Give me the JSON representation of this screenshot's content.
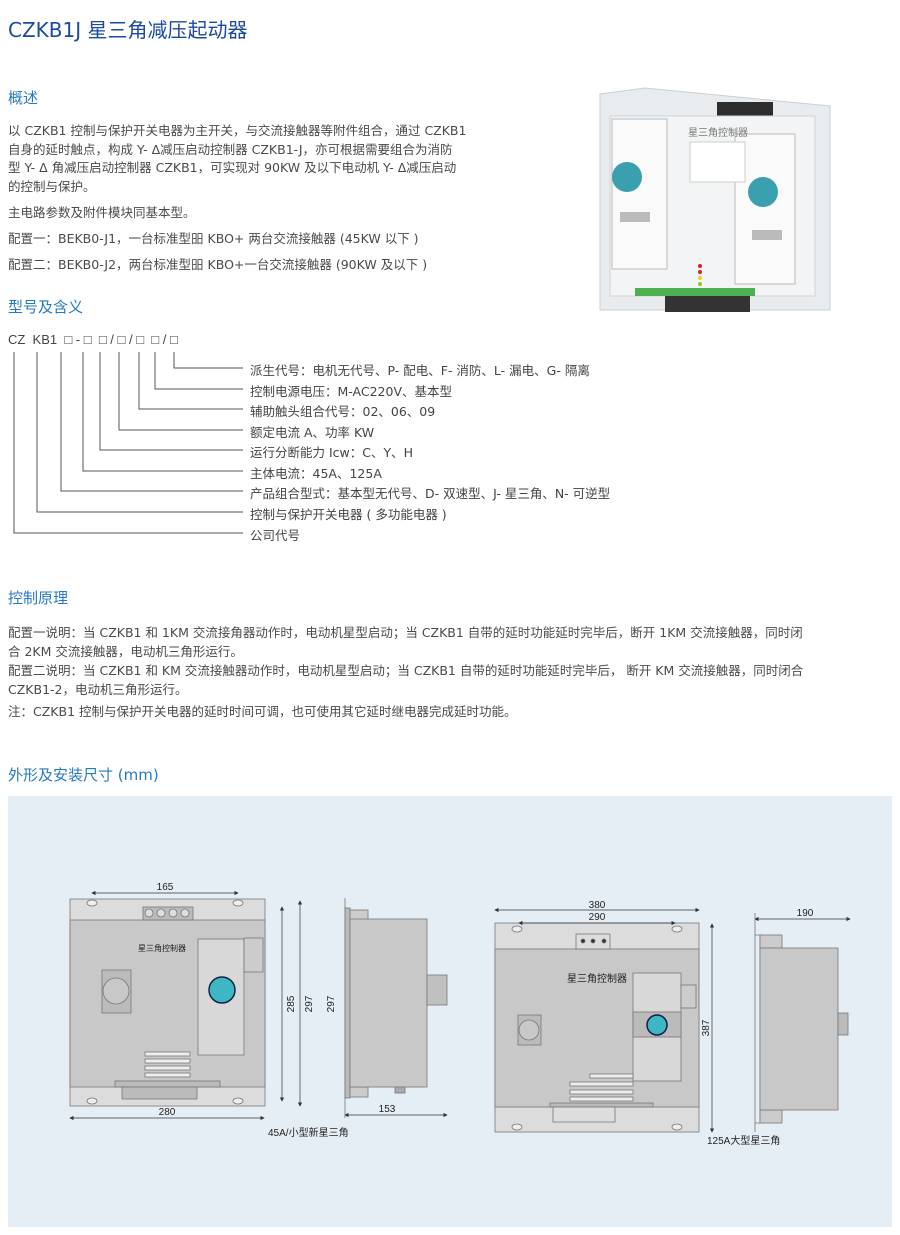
{
  "title": "CZKB1J 星三角减压起动器",
  "overview": {
    "heading": "概述",
    "lines": [
      "以 CZKB1 控制与保护开关电器为主开关，与交流接触器等附件组合，通过 CZKB1",
      "自身的延时触点，构成 Y- Δ减压启动控制器 CZKB1-J，亦可根据需要组合为消防",
      "型 Y- Δ 角减压启动控制器 CZKB1，可实现对 90KW 及以下电动机 Y- Δ减压启动",
      "的控制与保护。"
    ],
    "main_circuit": "主电路参数及附件模块同基本型。",
    "config1": "配置一：BEKB0-J1，一台标准型昍 KBO+ 两台交流接触器 (45KW 以下 )",
    "config2": "配置二：BEKB0-J2，两台标准型昍 KBO+一台交流接触器 (90KW 及以下 )"
  },
  "product_photo": {
    "label": "星三角控制器"
  },
  "model": {
    "heading": "型号及含义",
    "code": "CZ  KB1  □ - □  □ / □ / □  □ / □",
    "legend": [
      "派生代号：电机无代号、P- 配电、F- 消防、L- 漏电、G- 隔离",
      "控制电源电压：M-AC220V、基本型",
      "辅助触头组合代号：02、06、09",
      "额定电流 A、功率 KW",
      "运行分断能力 Icw：C、Y、H",
      "主体电流：45A、125A",
      "产品组合型式：基本型无代号、D- 双速型、J- 星三角、N- 可逆型",
      "控制与保护开关电器 ( 多功能电器 )",
      "公司代号"
    ]
  },
  "principle": {
    "heading": "控制原理",
    "config1": [
      "配置一说明：当 CZKB1 和 1KM 交流接角器动作时，电动机星型启动；当 CZKB1 自带的延时功能延时完毕后，断开 1KM 交流接触器，同时闭",
      "合 2KM 交流接触器，电动机三角形运行。"
    ],
    "config2": [
      "配置二说明：当 CZKB1 和 KM 交流接触器动作时，电动机星型启动；当 CZKB1 自带的延时功能延时完毕后， 断开 KM 交流接触器，同时闭合",
      "CZKB1-2，电动机三角形运行。"
    ],
    "note": "注：CZKB1 控制与保护开关电器的延时时间可调，也可使用其它延时继电器完成延时功能。"
  },
  "dimensions": {
    "heading": "外形及安装尺寸 (mm)",
    "small": {
      "label": "星三角控制器",
      "w_holes": "165",
      "w": "280",
      "h_holes": "285",
      "h": "297",
      "side_h": "297",
      "depth": "153",
      "caption": "45A/小型新星三角"
    },
    "large": {
      "label": "星三角控制器",
      "w": "380",
      "w_holes": "290",
      "h": "387",
      "depth": "190",
      "caption": "125A大型星三角"
    },
    "colors": {
      "panel": "#e6eef5",
      "body": "#c8c8c8",
      "knob": "#3fb6c4"
    }
  }
}
